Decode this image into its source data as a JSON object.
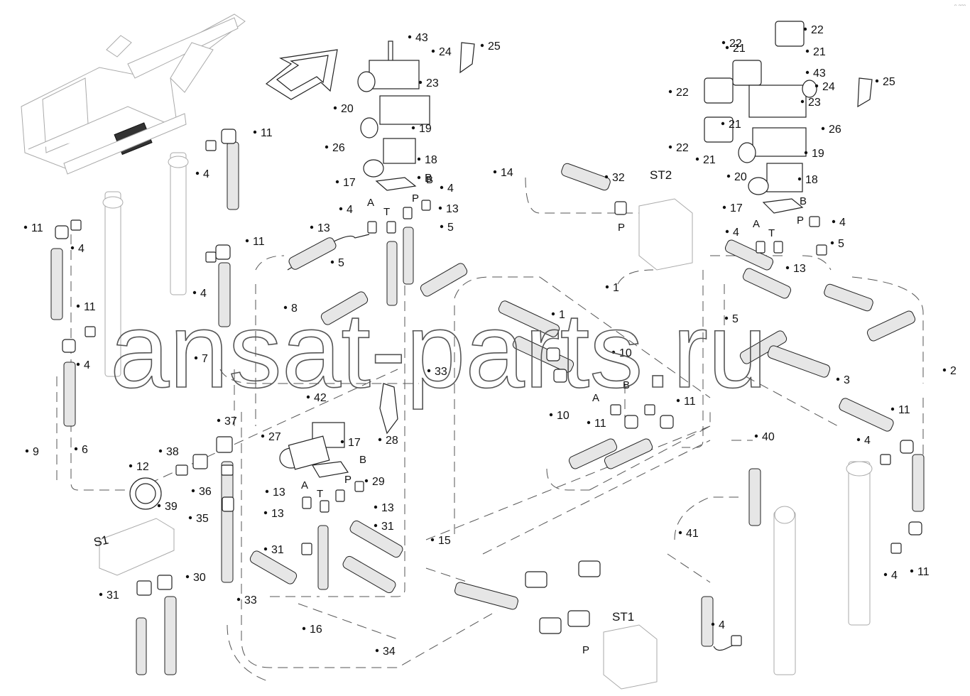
{
  "watermark": "ansat-parts.ru",
  "corner_mark": "ᵔ ᵔᵔᵔ",
  "station_labels": [
    {
      "id": "st2",
      "text": "ST2"
    },
    {
      "id": "st1",
      "text": "ST1"
    },
    {
      "id": "s1",
      "text": "S1"
    }
  ],
  "port_letters": [
    "A",
    "T",
    "P",
    "B",
    "A",
    "T",
    "P",
    "B",
    "A",
    "T",
    "P",
    "B",
    "A",
    "B",
    "P",
    "P"
  ],
  "callouts": [
    "43",
    "24",
    "25",
    "23",
    "20",
    "19",
    "26",
    "18",
    "17",
    "B",
    "4",
    "4",
    "13",
    "13",
    "5",
    "5",
    "14",
    "32",
    "11",
    "4",
    "11",
    "4",
    "11",
    "4",
    "11",
    "4",
    "8",
    "7",
    "1",
    "1",
    "10",
    "10",
    "11",
    "11",
    "33",
    "42",
    "27",
    "28",
    "17",
    "29",
    "13",
    "13",
    "13",
    "31",
    "31",
    "33",
    "37",
    "38",
    "36",
    "35",
    "12",
    "39",
    "30",
    "31",
    "9",
    "6",
    "16",
    "34",
    "15",
    "22",
    "22",
    "22",
    "22",
    "21",
    "21",
    "21",
    "21",
    "43",
    "24",
    "25",
    "23",
    "26",
    "19",
    "20",
    "18",
    "17",
    "4",
    "4",
    "5",
    "13",
    "5",
    "3",
    "2",
    "11",
    "4",
    "4",
    "11",
    "40",
    "41",
    "4"
  ]
}
